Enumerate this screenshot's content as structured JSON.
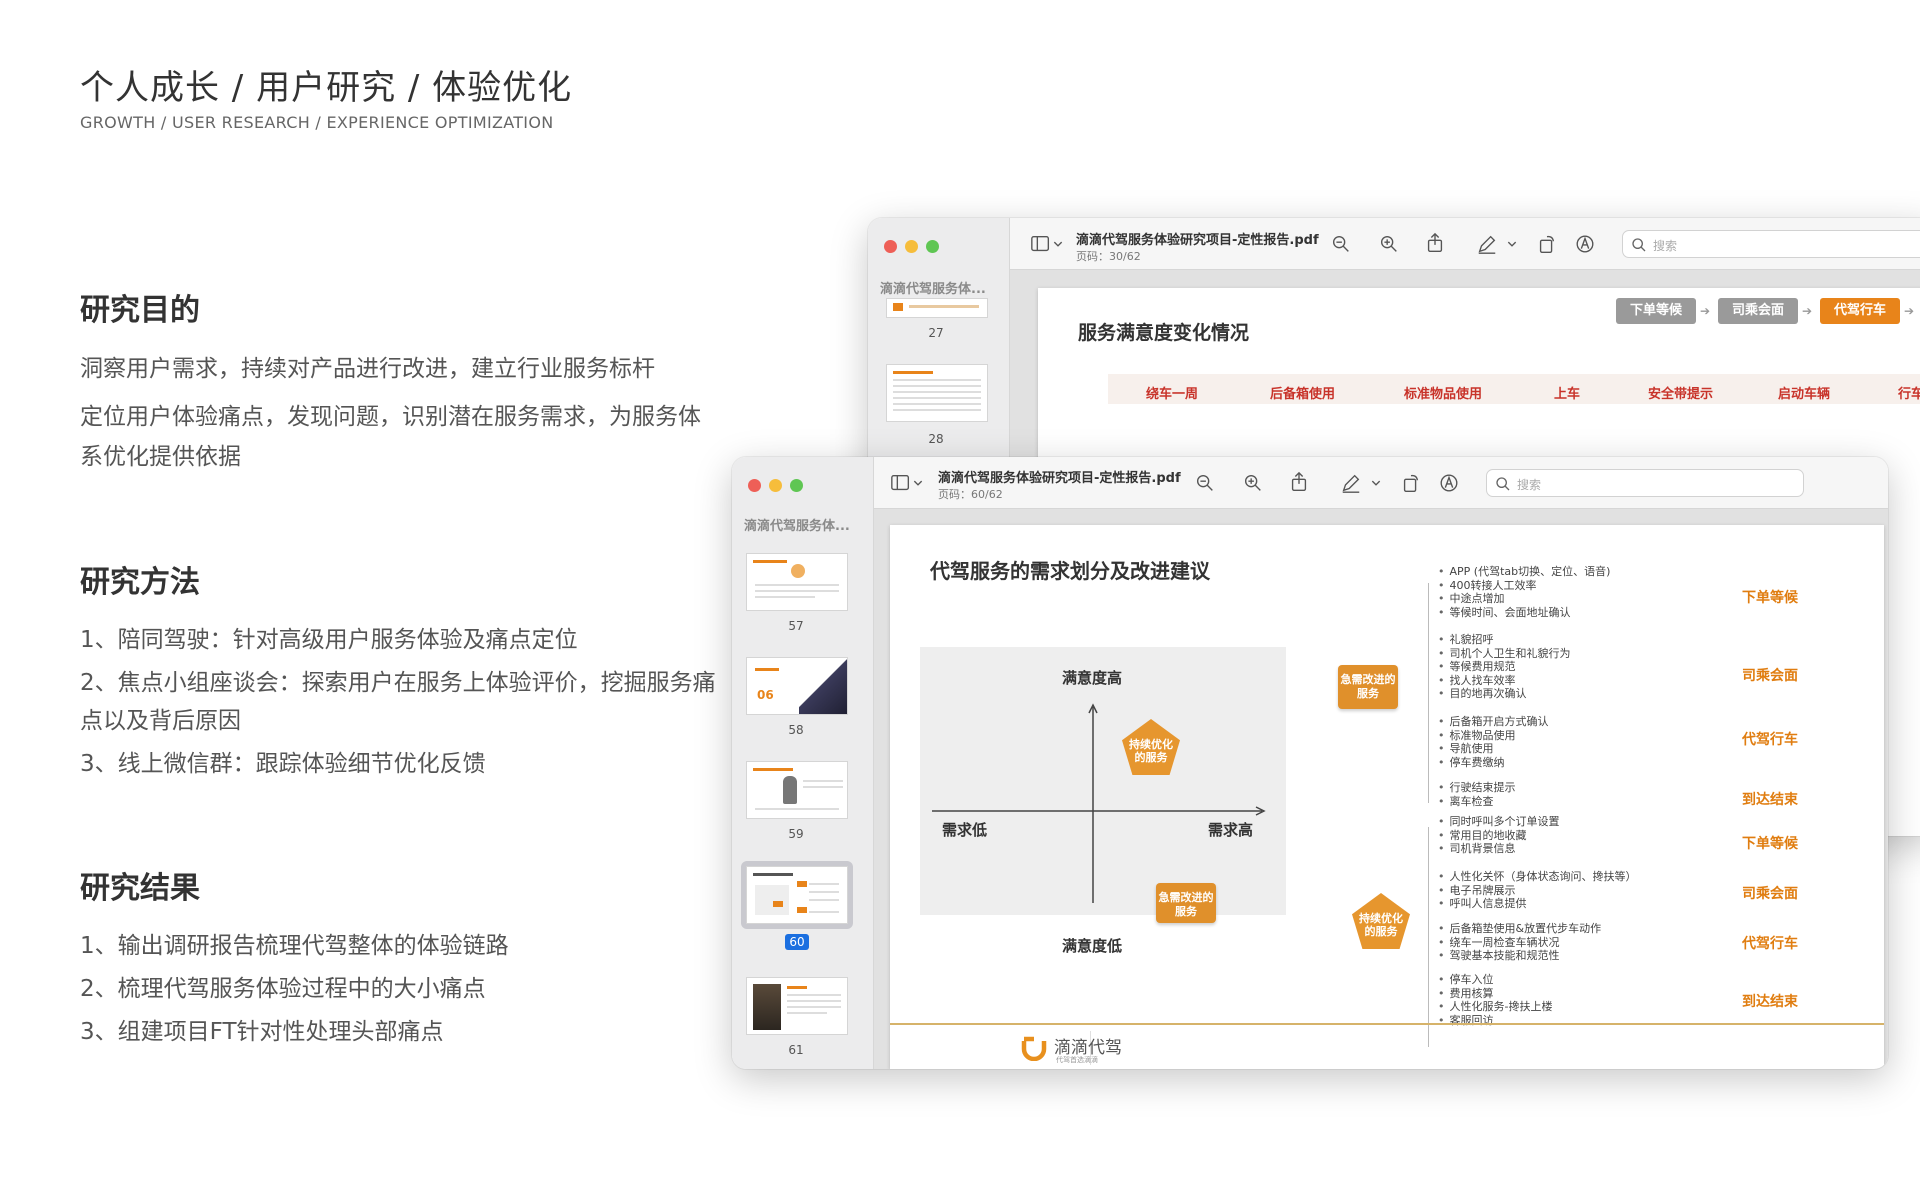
{
  "header": {
    "title": "个人成长 / 用户研究 / 体验优化",
    "subtitle": "GROWTH / USER RESEARCH / EXPERIENCE OPTIMIZATION"
  },
  "sections": {
    "purpose": {
      "title": "研究目的",
      "lines": [
        "洞察用户需求，持续对产品进行改进，建立行业服务标杆",
        "定位用户体验痛点，发现问题，识别潜在服务需求，为服务体系优化提供依据"
      ]
    },
    "method": {
      "title": "研究方法",
      "lines": [
        "1、陪同驾驶：针对高级用户服务体验及痛点定位",
        "2、焦点小组座谈会：探索用户在服务上体验评价，挖掘服务痛点以及背后原因",
        "3、线上微信群：跟踪体验细节优化反馈"
      ]
    },
    "result": {
      "title": "研究结果",
      "lines": [
        "1、输出调研报告梳理代驾整体的体验链路",
        "2、梳理代驾服务体验过程中的大小痛点",
        "3、组建项目FT针对性处理头部痛点"
      ]
    }
  },
  "back_window": {
    "sidebar_title": "滴滴代驾服务体...",
    "thumbs": [
      {
        "num": "27"
      },
      {
        "num": "28"
      }
    ],
    "file_name": "滴滴代驾服务体验研究项目-定性报告.pdf",
    "page_info": "页码：30/62",
    "search_placeholder": "搜索",
    "page": {
      "title": "服务满意度变化情况",
      "stages": [
        "下单等候",
        "司乘会面",
        "代驾行车"
      ],
      "items": [
        "绕车一周",
        "后备箱使用",
        "标准物品使用",
        "上车",
        "安全带提示",
        "启动车辆",
        "行车"
      ]
    }
  },
  "front_window": {
    "sidebar_title": "滴滴代驾服务体...",
    "thumbs": [
      {
        "num": "57"
      },
      {
        "num": "58"
      },
      {
        "num": "59"
      },
      {
        "num": "60",
        "selected": true
      },
      {
        "num": "61"
      }
    ],
    "file_name": "滴滴代驾服务体验研究项目-定性报告.pdf",
    "page_info": "页码：60/62",
    "search_placeholder": "搜索",
    "page": {
      "title": "代驾服务的需求划分及改进建议",
      "quadrant": {
        "top": "满意度高",
        "bottom": "满意度低",
        "left": "需求低",
        "right": "需求高",
        "upper_badge": "持续优化的服务",
        "lower_badge": "急需改进的服务"
      },
      "urgent_badge": "急需改进的服务",
      "optimize_badge": "持续优化的服务",
      "urgent_groups": [
        {
          "category": "下单等候",
          "bullets": [
            "APP (代驾tab切换、定位、语音)",
            "400转接人工效率",
            "中途点增加",
            "等候时间、会面地址确认"
          ]
        },
        {
          "category": "司乘会面",
          "bullets": [
            "礼貌招呼",
            "司机个人卫生和礼貌行为",
            "等候费用规范",
            "找人找车效率",
            "目的地再次确认"
          ]
        },
        {
          "category": "代驾行车",
          "bullets": [
            "后备箱开启方式确认",
            "标准物品使用",
            "导航使用",
            "停车费缴纳"
          ]
        },
        {
          "category": "到达结束",
          "bullets": [
            "行驶结束提示",
            "离车检查"
          ]
        }
      ],
      "optimize_groups": [
        {
          "category": "下单等候",
          "bullets": [
            "同时呼叫多个订单设置",
            "常用目的地收藏",
            "司机背景信息"
          ]
        },
        {
          "category": "司乘会面",
          "bullets": [
            "人性化关怀（身体状态询问、搀扶等）",
            "电子吊牌展示",
            "呼叫人信息提供"
          ]
        },
        {
          "category": "代驾行车",
          "bullets": [
            "后备箱垫使用&放置代步车动作",
            "绕车一周检查车辆状况",
            "驾驶基本技能和规范性"
          ]
        },
        {
          "category": "到达结束",
          "bullets": [
            "停车入位",
            "费用核算",
            "人性化服务-搀扶上楼",
            "客服回访"
          ]
        }
      ],
      "logo_text": "滴滴代驾",
      "logo_slogan": "代驾首选滴滴"
    }
  },
  "colors": {
    "accent_orange": "#e8841a",
    "badge_orange": "#e0902b",
    "stage_grey": "#9a9a9a",
    "item_red": "#c8332a"
  }
}
